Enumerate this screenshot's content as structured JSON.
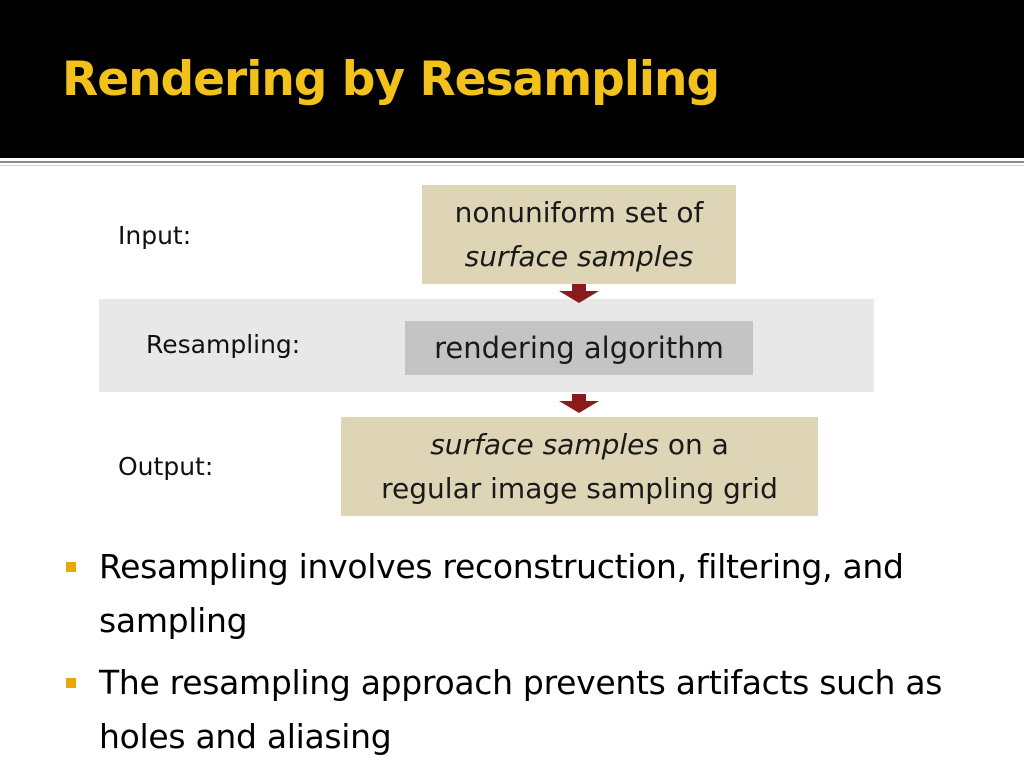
{
  "slide": {
    "title": "Rendering by Resampling",
    "colors": {
      "header_background": "#000000",
      "title_text": "#f2c21a",
      "sample_box": "#ddd5b5",
      "algorithm_box": "#c4c4c4",
      "resampling_band": "#e8e8e8",
      "arrow": "#8b1a1a",
      "bullet_marker": "#e8a70a"
    }
  },
  "diagram": {
    "input": {
      "label": "Input:",
      "box_line1": "nonuniform set of",
      "box_line2": "surface samples"
    },
    "resampling": {
      "label": "Resampling:",
      "box_text": "rendering algorithm"
    },
    "output": {
      "label": "Output:",
      "box_emphasis": "surface samples",
      "box_rest": " on a",
      "box_line2": "regular image sampling grid"
    },
    "arrow_icon": "down-arrow-icon"
  },
  "bullets": [
    {
      "icon": "square-bullet-icon",
      "text": "Resampling involves reconstruction, filtering, and sampling"
    },
    {
      "icon": "square-bullet-icon",
      "text": "The resampling approach prevents artifacts such as holes and aliasing"
    }
  ]
}
